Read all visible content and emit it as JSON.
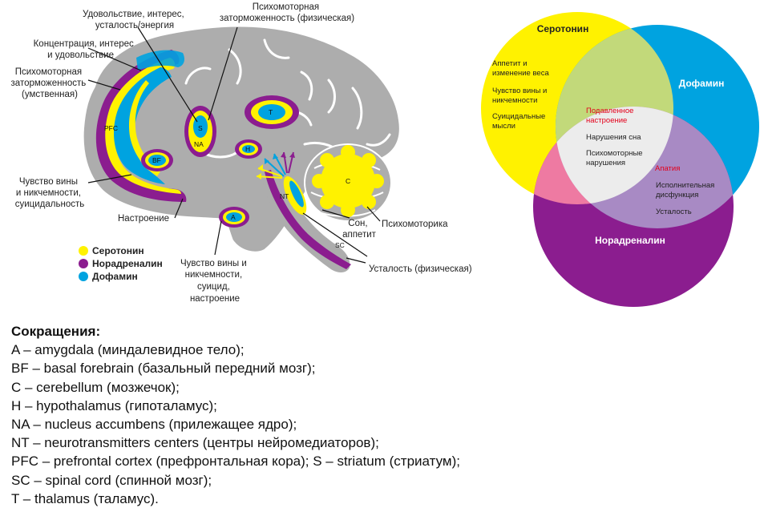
{
  "brain": {
    "labels": {
      "pleasure": [
        "Удовольствие, интерес,",
        "усталость/энергия"
      ],
      "psychomotor_phys": [
        "Психомоторная",
        "заторможенность (физическая)"
      ],
      "concentration": [
        "Концентрация, интерес",
        "и удовольствие"
      ],
      "psychomotor_mental": [
        "Психомоторная",
        "заторможенность",
        "(умственная)"
      ],
      "guilt_left": [
        "Чувство вины",
        "и никчемности,",
        "суицидальность"
      ],
      "mood": "Настроение",
      "guilt_bottom": [
        "Чувство вины и",
        "никчемности,",
        "суицид,",
        "настроение"
      ],
      "sleep": [
        "Сон,",
        "аппетит"
      ],
      "psychomotorics": "Психомоторика",
      "fatigue_phys": "Усталость (физическая)"
    },
    "regions": {
      "pfc": "PFC",
      "bf": "BF",
      "s": "S",
      "na": "NA",
      "t": "T",
      "h": "H",
      "a": "A",
      "nt": "NT",
      "c": "C",
      "sc": "SC"
    },
    "legend": [
      {
        "label": "Серотонин",
        "color": "#fff200"
      },
      {
        "label": "Норадреналин",
        "color": "#8b1d8f"
      },
      {
        "label": "Дофамин",
        "color": "#00a3e0"
      }
    ]
  },
  "venn": {
    "serotonin": {
      "title": "Серотонин",
      "color": "#fff200",
      "items": [
        [
          "Аппетит и",
          "изменение веса"
        ],
        [
          "Чувство вины и",
          "никчемности"
        ],
        [
          "Суицидальные",
          "мысли"
        ]
      ]
    },
    "dopamine": {
      "title": "Дофамин",
      "color": "#00a3e0"
    },
    "noradrenaline": {
      "title": "Норадреналин",
      "color": "#8b1d8f",
      "items": [
        [
          "Исполнительная",
          "дисфункция"
        ],
        [
          "Усталость"
        ]
      ]
    },
    "center": {
      "mood": [
        "Подавленное",
        "настроение"
      ],
      "sleep": "Нарушения сна",
      "psychomotor": [
        "Психомоторные",
        "нарушения"
      ]
    },
    "apathy": "Апатия",
    "accent_red": "#e3001b"
  },
  "abbreviations": {
    "title": "Сокращения:",
    "lines": [
      "A – amygdala (миндалевидное тело);",
      "BF – basal forebrain (базальный передний мозг);",
      "C – cerebellum (мозжечок);",
      "H – hypothalamus (гипоталамус);",
      "NA – nucleus accumbens (прилежащее ядро);",
      "NT – neurotransmitters centers (центры нейромедиаторов);",
      "PFC – prefrontal cortex (префронтальная кора); S – striatum (стриатум);",
      "SC – spinal cord (спинной мозг);",
      "T – thalamus (таламус)."
    ]
  }
}
